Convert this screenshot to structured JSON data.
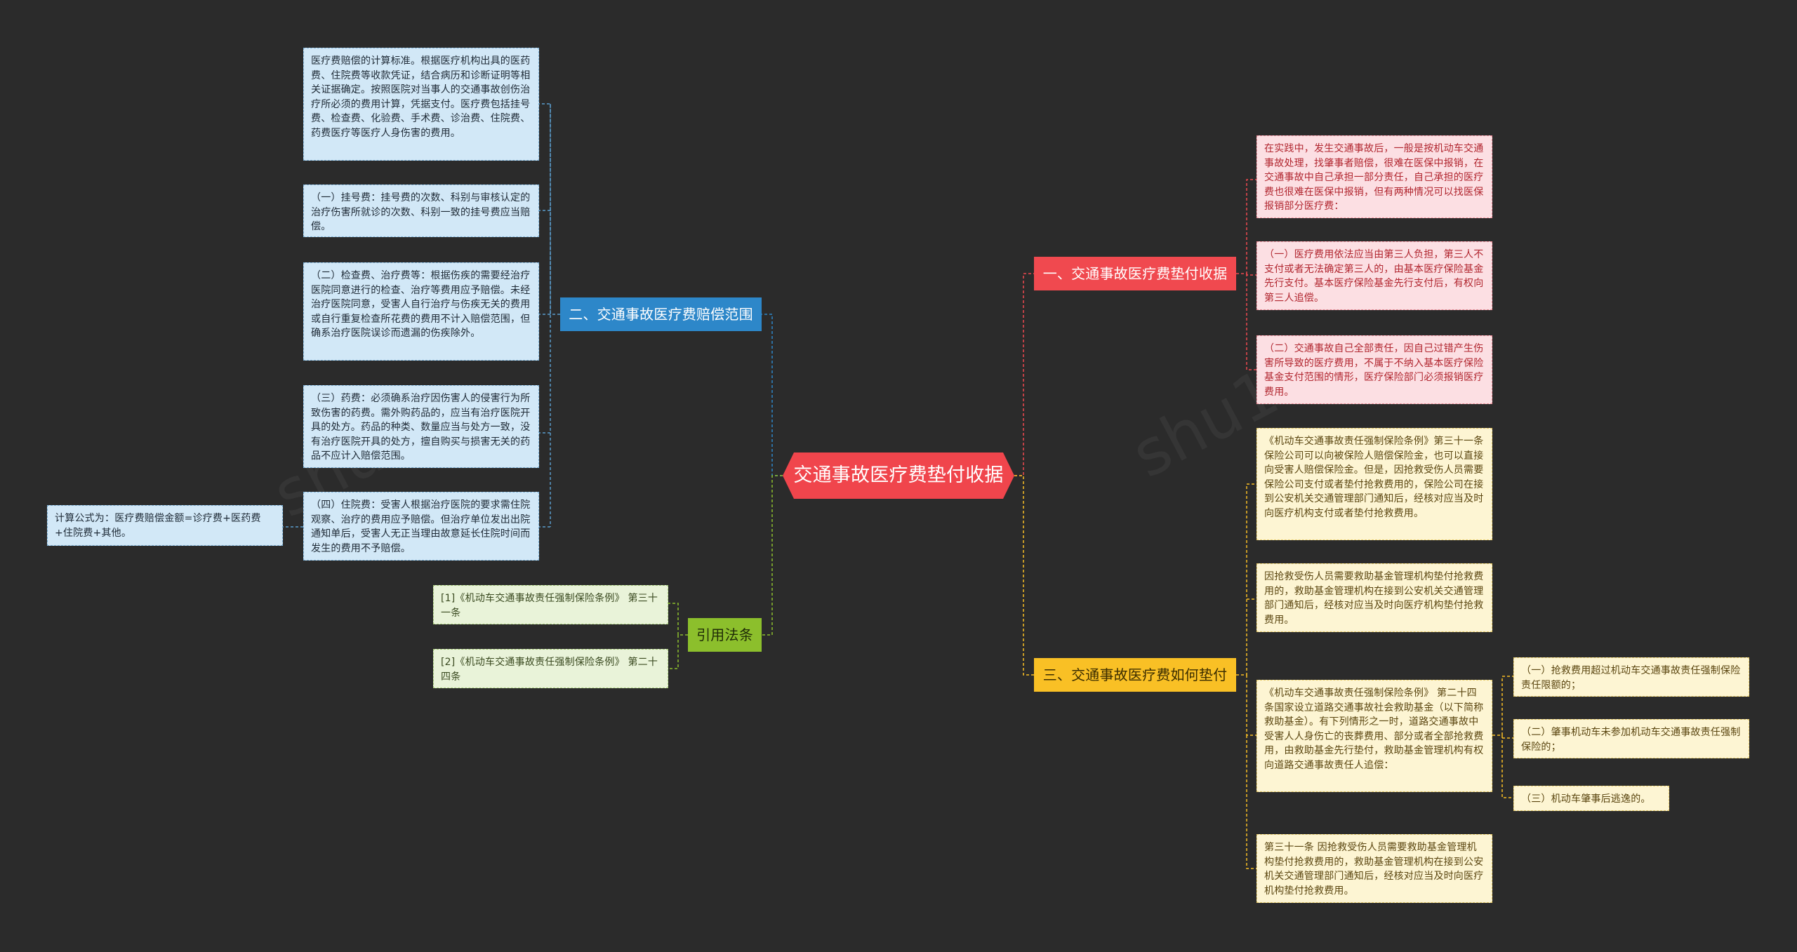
{
  "colors": {
    "background": "#2b2b2b",
    "root": "#f0454c",
    "branch_blue": "#2d87c9",
    "branch_red": "#f0494f",
    "branch_yellow": "#f9c025",
    "branch_green": "#8cbf2c"
  },
  "root": {
    "label": "交通事故医疗费垫付收据"
  },
  "branch_scope": {
    "label": "二、交通事故医疗费赔偿范围",
    "items": [
      "医疗费赔偿的计算标准。根据医疗机构出具的医药费、住院费等收款凭证，结合病历和诊断证明等相关证据确定。按照医院对当事人的交通事故创伤治疗所必须的费用计算，凭据支付。医疗费包括挂号费、检查费、化验费、手术费、诊治费、住院费、药费医疗等医疗人身伤害的费用。",
      "（一）挂号费：挂号费的次数、科别与审核认定的治疗伤害所就诊的次数、科别一致的挂号费应当赔偿。",
      "（二）检查费、治疗费等：根据伤疾的需要经治疗医院同意进行的检查、治疗等费用应予赔偿。未经治疗医院同意，受害人自行治疗与伤疾无关的费用或自行重复检查所花费的费用不计入赔偿范围，但确系治疗医院误诊而遗漏的伤疾除外。",
      "（三）药费：必须确系治疗因伤害人的侵害行为所致伤害的药费。需外购药品的，应当有治疗医院开具的处方。药品的种类、数量应当与处方一致，没有治疗医院开具的处方，擅自购买与损害无关的药品不应计入赔偿范围。",
      "（四）住院费：受害人根据治疗医院的要求需住院观察、治疗的费用应予赔偿。但治疗单位发出出院通知单后，受害人无正当理由故意延长住院时间而发生的费用不予赔偿。"
    ],
    "formula": "计算公式为：医疗费赔偿金额=诊疗费+医药费+住院费+其他。"
  },
  "branch_law": {
    "label": "引用法条",
    "items": [
      "[1]《机动车交通事故责任强制保险条例》 第三十一条",
      "[2]《机动车交通事故责任强制保险条例》 第二十四条"
    ]
  },
  "branch_receipt": {
    "label": "一、交通事故医疗费垫付收据",
    "items": [
      "在实践中，发生交通事故后，一般是按机动车交通事故处理，找肇事者赔偿，很难在医保中报销，在交通事故中自己承担一部分责任，自己承担的医疗费也很难在医保中报销，但有两种情况可以找医保报销部分医疗费：",
      "（一）医疗费用依法应当由第三人负担，第三人不支付或者无法确定第三人的，由基本医疗保险基金先行支付。基本医疗保险基金先行支付后，有权向第三人追偿。",
      "（二）交通事故自己全部责任，因自己过错产生伤害所导致的医疗费用，不属于不纳入基本医疗保险基金支付范围的情形，医疗保险部门必须报销医疗费用。"
    ]
  },
  "branch_howto": {
    "label": "三、交通事故医疗费如何垫付",
    "items": [
      "《机动车交通事故责任强制保险条例》第三十一条保险公司可以向被保险人赔偿保险金，也可以直接向受害人赔偿保险金。但是，因抢救受伤人员需要保险公司支付或者垫付抢救费用的，保险公司在接到公安机关交通管理部门通知后，经核对应当及时向医疗机构支付或者垫付抢救费用。",
      "因抢救受伤人员需要救助基金管理机构垫付抢救费用的，救助基金管理机构在接到公安机关交通管理部门通知后，经核对应当及时向医疗机构垫付抢救费用。",
      "《机动车交通事故责任强制保险条例》 第二十四条国家设立道路交通事故社会救助基金（以下简称救助基金）。有下列情形之一时，道路交通事故中受害人人身伤亡的丧葬费用、部分或者全部抢救费用，由救助基金先行垫付，救助基金管理机构有权向道路交通事故责任人追偿：",
      "第三十一条 因抢救受伤人员需要救助基金管理机构垫付抢救费用的，救助基金管理机构在接到公安机关交通管理部门通知后，经核对应当及时向医疗机构垫付抢救费用。"
    ],
    "sub_items": [
      "（一）抢救费用超过机动车交通事故责任强制保险责任限额的；",
      "（二）肇事机动车未参加机动车交通事故责任强制保险的；",
      "（三）机动车肇事后逃逸的。"
    ]
  }
}
